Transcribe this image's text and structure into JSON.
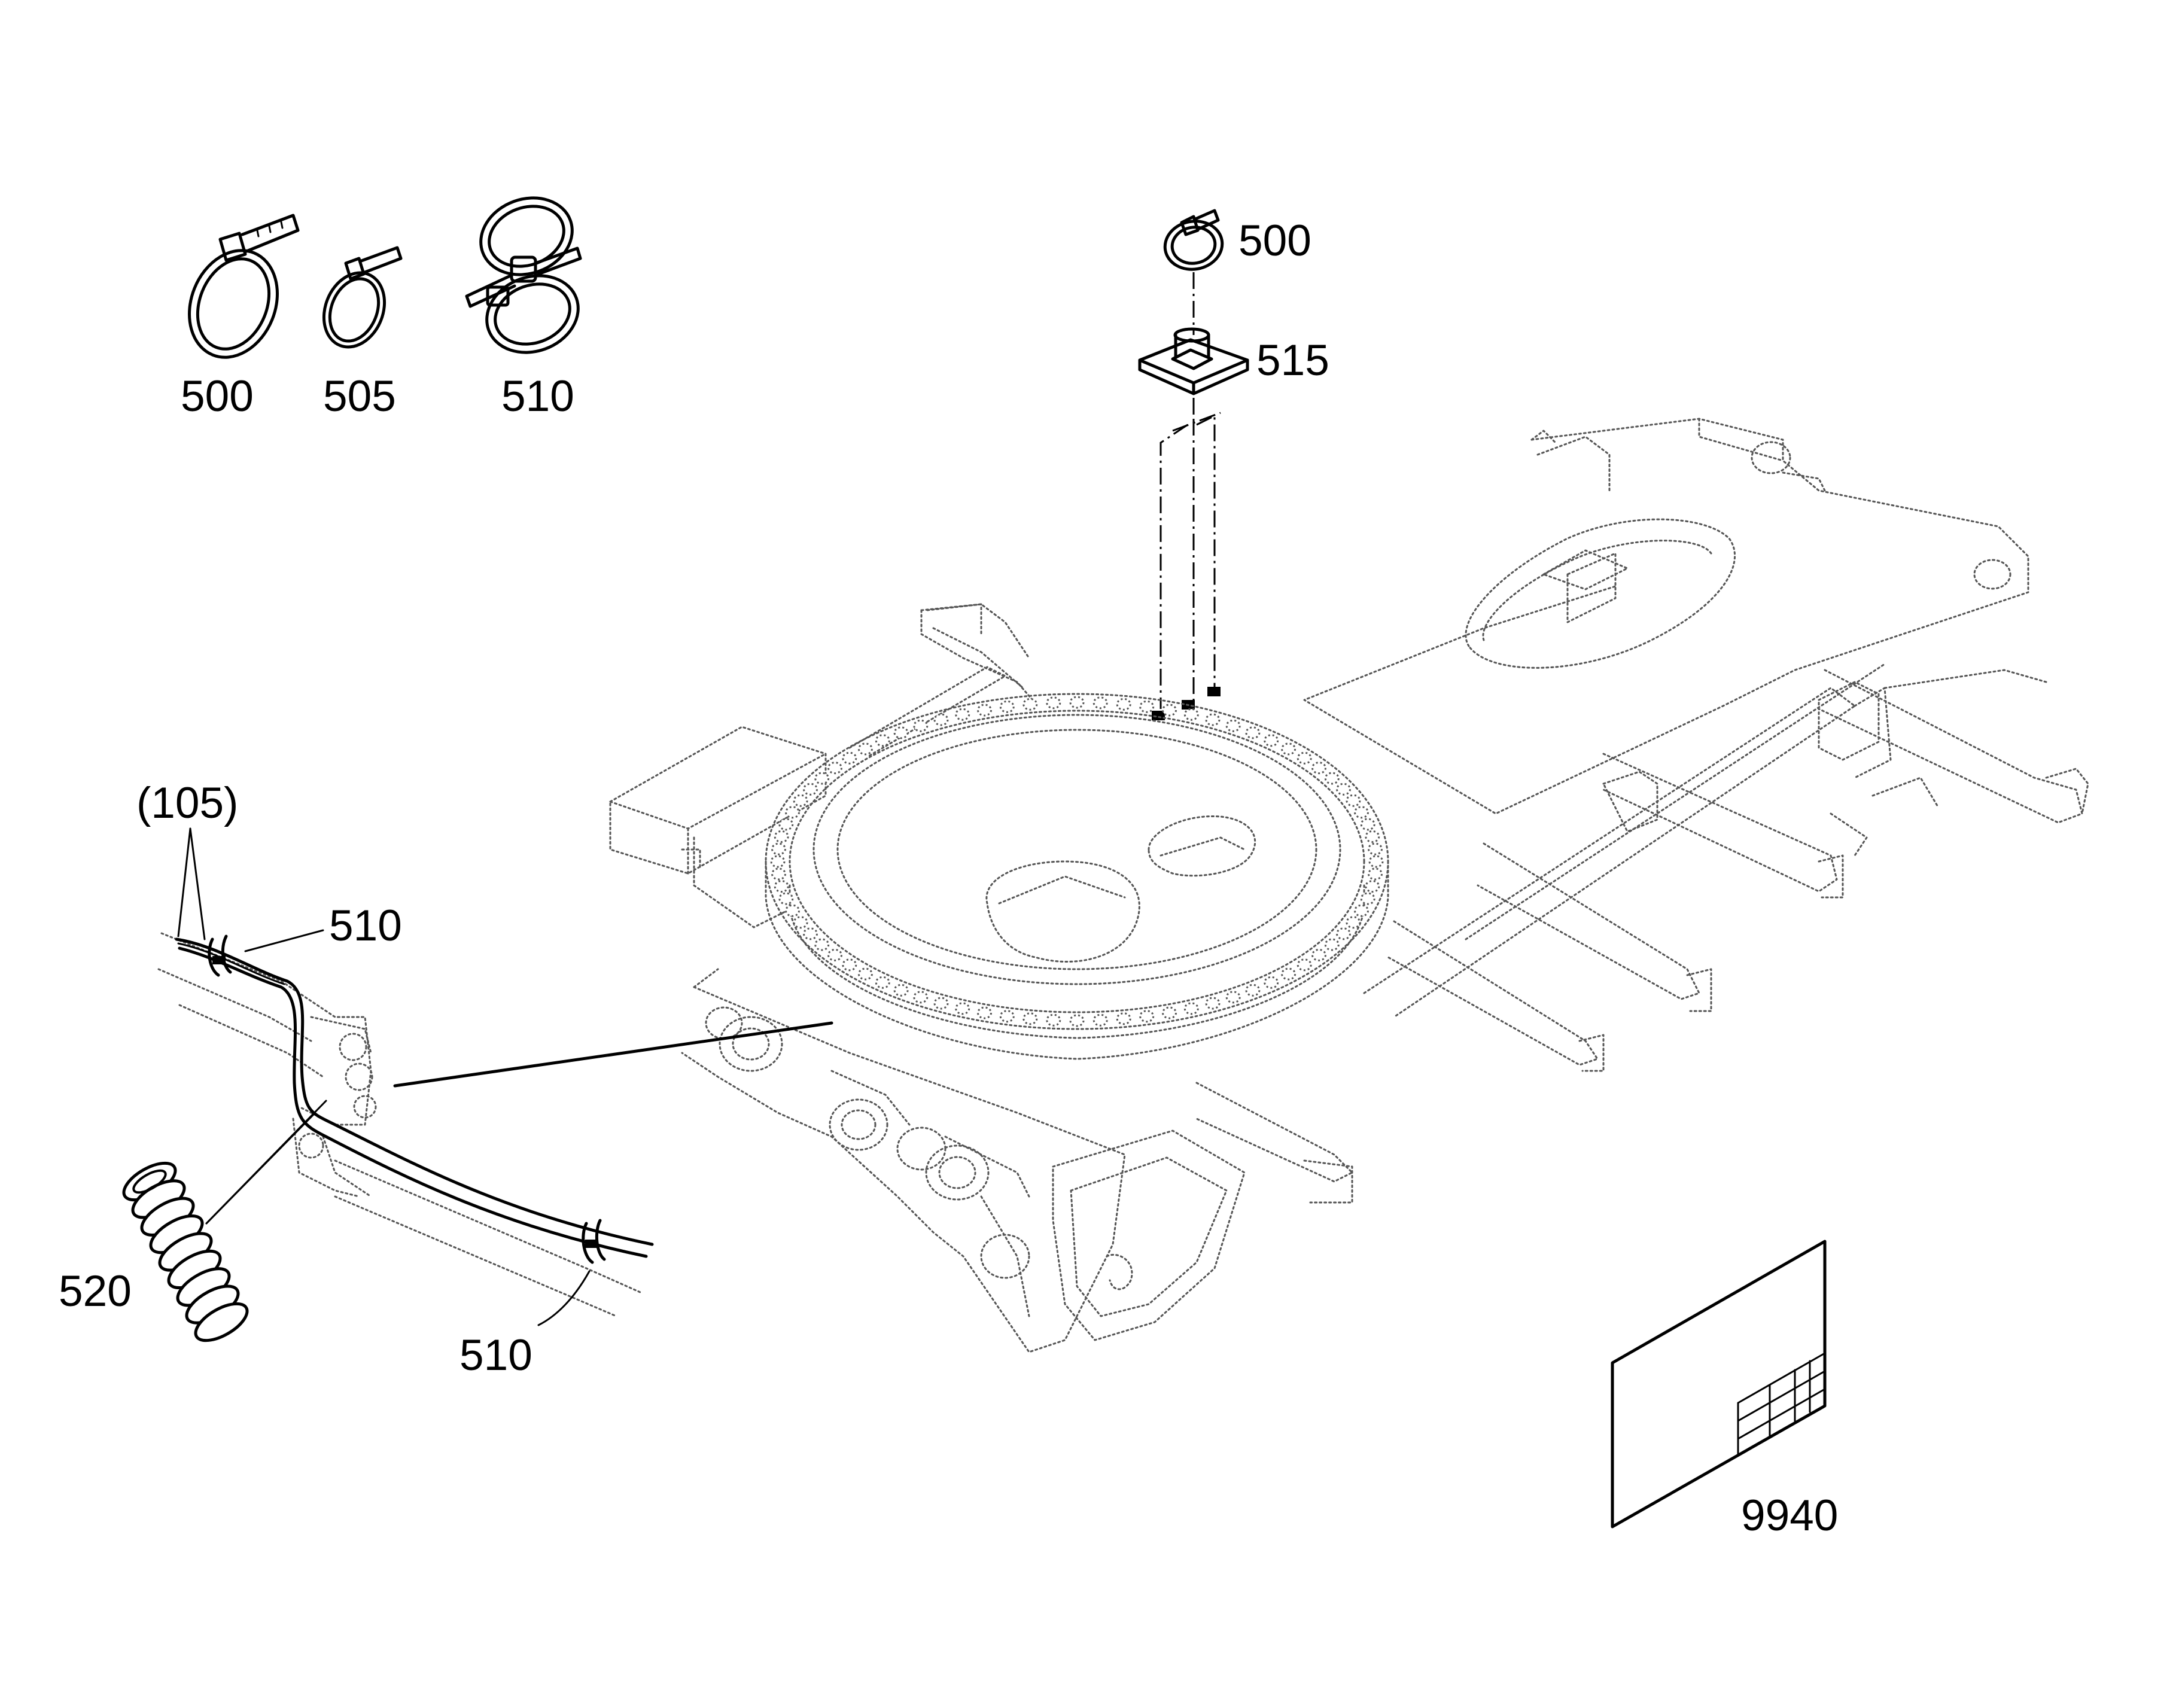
{
  "callouts": {
    "cable_tie_large": "500",
    "cable_tie_small": "505",
    "double_cable_tie": "510",
    "cable_tie_on_mount": "500",
    "tie_mount_base": "515",
    "cable_bundle_ref": "(105)",
    "cable_tie_upper": "510",
    "cable_tie_lower": "510",
    "spiral_wrap": "520",
    "drawing_sheet": "9940"
  }
}
